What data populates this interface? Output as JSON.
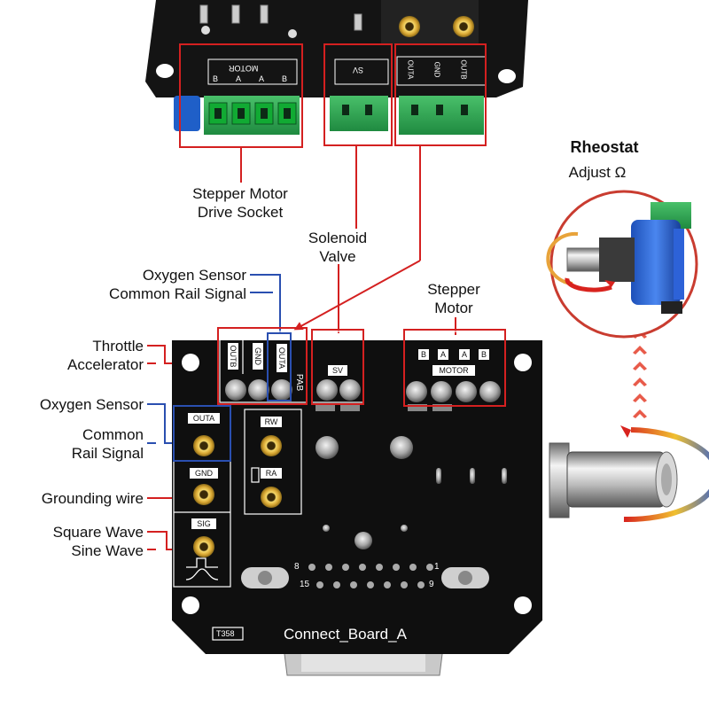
{
  "title": {
    "rheostat": "Rheostat",
    "adjust": "Adjust Ω"
  },
  "callouts": {
    "stepper_drive": [
      "Stepper Motor",
      "Drive Socket"
    ],
    "solenoid": [
      "Solenoid",
      "Valve"
    ],
    "o2_top": [
      "Oxygen Sensor",
      "Common Rail Signal"
    ],
    "stepper_motor": [
      "Stepper",
      "Motor"
    ],
    "throttle": [
      "Throttle",
      "Accelerator"
    ],
    "o2_left": [
      "Oxygen Sensor"
    ],
    "common_rail": [
      "Common",
      "Rail Signal"
    ],
    "ground": [
      "Grounding wire"
    ],
    "waves": [
      "Square Wave",
      "Sine Wave"
    ]
  },
  "top_board": {
    "motor_label": "MOTOR",
    "motor_pins": [
      "B",
      "A",
      "A",
      "B"
    ],
    "sv_label": "SV",
    "out_pins": [
      "OUTA",
      "GND",
      "OUTB"
    ]
  },
  "board": {
    "name": "Connect_Board_A",
    "code": "T358",
    "header_pins": [
      "OUTB",
      "GND",
      "OUTA"
    ],
    "pab": "PAB",
    "sv": "SV",
    "motor_pins": [
      "B",
      "A",
      "A",
      "B"
    ],
    "motor": "MOTOR",
    "left_pins": [
      "OUTA",
      "GND",
      "SIG"
    ],
    "rw": "RW",
    "ra": "RA",
    "db_nums": {
      "tl": "8",
      "tr": "1",
      "bl": "15",
      "br": "9"
    }
  },
  "colors": {
    "callout_red": "#d42020",
    "callout_blue": "#2a4fb0",
    "board": "#111111"
  }
}
